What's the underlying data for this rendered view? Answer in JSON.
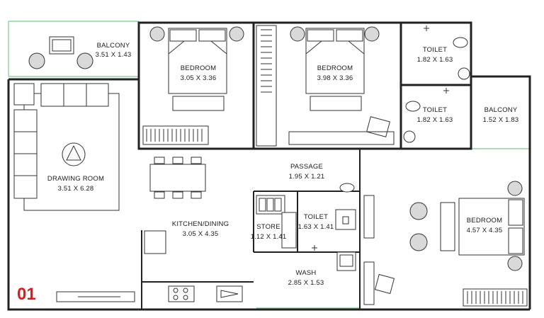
{
  "plan": {
    "unit_number": "01",
    "unit_color": "#d32020",
    "rooms": [
      {
        "name": "BALCONY",
        "size": "3.51 X 1.43"
      },
      {
        "name": "BEDROOM",
        "size": "3.05 X 3.36"
      },
      {
        "name": "BEDROOM",
        "size": "3.98 X 3.36"
      },
      {
        "name": "TOILET",
        "size": "1.82 X 1.63"
      },
      {
        "name": "TOILET",
        "size": "1.82 X 1.63"
      },
      {
        "name": "BALCONY",
        "size": "1.52 X 1.83"
      },
      {
        "name": "DRAWING ROOM",
        "size": "3.51 X 6.28"
      },
      {
        "name": "PASSAGE",
        "size": "1.95 X 1.21"
      },
      {
        "name": "KITCHEN/DINING",
        "size": "3.05 X 4.35"
      },
      {
        "name": "STORE",
        "size": "1.12 X 1.41"
      },
      {
        "name": "TOILET",
        "size": "1.63 X 1.41"
      },
      {
        "name": "BEDROOM",
        "size": "4.57 X 4.35"
      },
      {
        "name": "WASH",
        "size": "2.85 X 1.53"
      }
    ]
  }
}
